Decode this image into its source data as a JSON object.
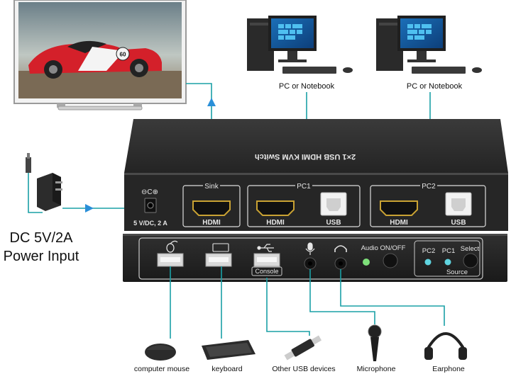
{
  "pc_labels": [
    "PC or Notebook",
    "PC or Notebook"
  ],
  "device_title": "2×1 USB HDMI KVM Switch",
  "power_input": {
    "line1": "DC 5V/2A",
    "line2": "Power Input"
  },
  "rear_panel": {
    "dc_symbol": "⊖C⊕",
    "dc_label": "5 V/DC, 2 A",
    "groups": [
      {
        "title": "Sink",
        "ports": [
          "HDMI"
        ]
      },
      {
        "title": "PC1",
        "ports": [
          "HDMI",
          "USB"
        ]
      },
      {
        "title": "PC2",
        "ports": [
          "HDMI",
          "USB"
        ]
      }
    ]
  },
  "front_panel": {
    "console_label": "Console",
    "audio_label": "Audio ON/OFF",
    "pc2_label": "PC2",
    "pc1_label": "PC1",
    "select_label": "Select",
    "source_label": "Source"
  },
  "peripherals": [
    "computer mouse",
    "keyboard",
    "Other USB devices",
    "Microphone",
    "Earphone"
  ],
  "tv_screen": {
    "badge": "60"
  },
  "colors": {
    "cable": "#1aa0a6",
    "arrow": "#2a8fd8",
    "body": "#2b2b2b",
    "led": "#7ee07a",
    "source_led": "#5fd4e0"
  }
}
